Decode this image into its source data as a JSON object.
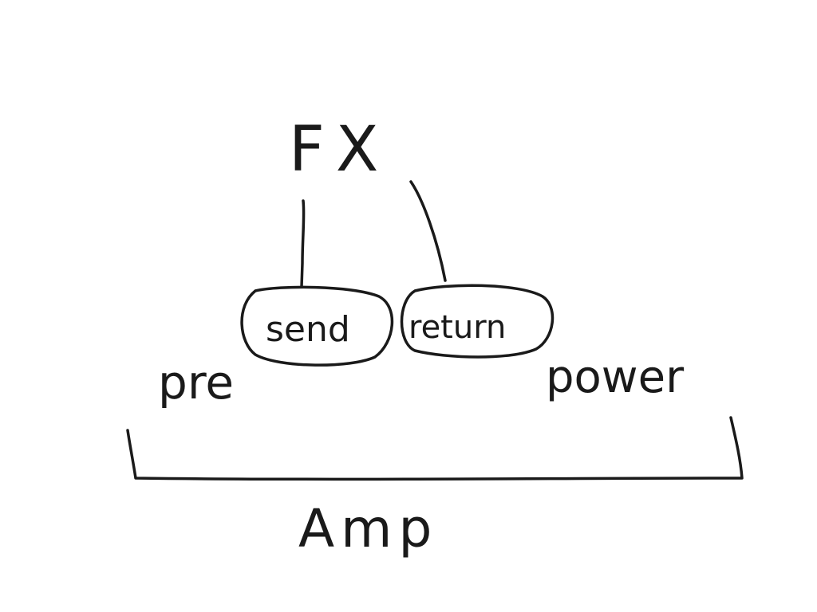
{
  "diagram": {
    "fx_label": "FX",
    "send_label": "send",
    "return_label": "return",
    "pre_label": "pre",
    "power_label": "power",
    "amp_label": "Amp",
    "ink_color": "#1a1a1a",
    "background_color": "#ffffff"
  }
}
